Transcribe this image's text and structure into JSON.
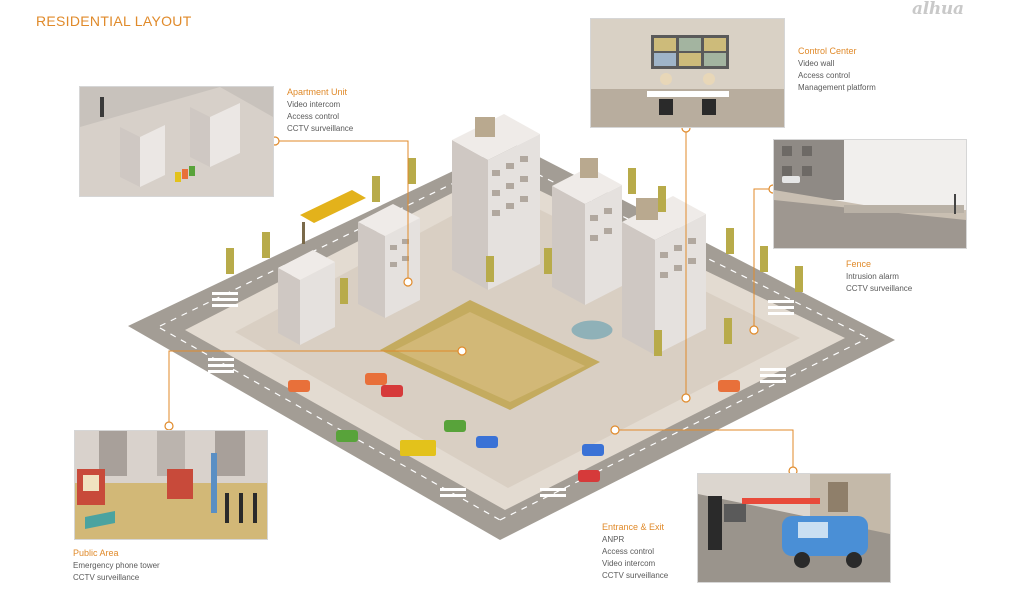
{
  "page": {
    "title": "RESIDENTIAL LAYOUT",
    "logo": "alhua"
  },
  "zones": {
    "apartment_unit": {
      "title": "Apartment Unit",
      "items": [
        "Video intercom",
        "Access control",
        "CCTV surveillance"
      ]
    },
    "control_center": {
      "title": "Control Center",
      "items": [
        "Video wall",
        "Access control",
        "Management platform"
      ]
    },
    "fence": {
      "title": "Fence",
      "items": [
        "Intrusion alarm",
        "CCTV surveillance"
      ]
    },
    "public_area": {
      "title": "Public Area",
      "items": [
        "Emergency phone tower",
        "CCTV surveillance"
      ]
    },
    "entrance_exit": {
      "title": "Entrance & Exit",
      "items": [
        "ANPR",
        "Access control",
        "Video intercom",
        "CCTV surveillance"
      ]
    }
  },
  "colors": {
    "accent": "#e08a2a",
    "road": "#9a948c",
    "sidewalk": "#ddd5cb",
    "grass": "#b7a23e",
    "building": "#dcd7d3"
  }
}
